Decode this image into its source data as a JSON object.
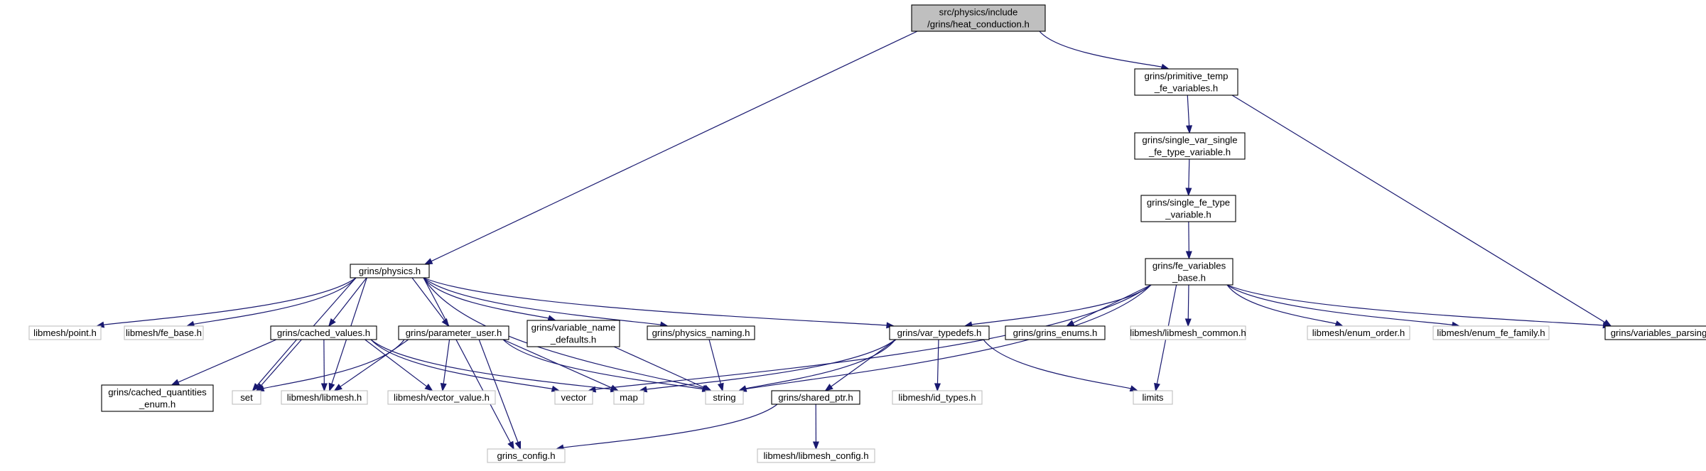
{
  "nodes": [
    {
      "id": "heat_conduction",
      "lines": [
        "src/physics/include",
        "/grins/heat_conduction.h"
      ],
      "kind": "main"
    },
    {
      "id": "primitive_temp",
      "lines": [
        "grins/primitive_temp",
        "_fe_variables.h"
      ],
      "kind": "doc"
    },
    {
      "id": "single_var",
      "lines": [
        "grins/single_var_single",
        "_fe_type_variable.h"
      ],
      "kind": "doc"
    },
    {
      "id": "single_fe",
      "lines": [
        "grins/single_fe_type",
        "_variable.h"
      ],
      "kind": "doc"
    },
    {
      "id": "fe_vars_base",
      "lines": [
        "grins/fe_variables",
        "_base.h"
      ],
      "kind": "doc"
    },
    {
      "id": "physics",
      "lines": [
        "grins/physics.h"
      ],
      "kind": "doc"
    },
    {
      "id": "point",
      "lines": [
        "libmesh/point.h"
      ],
      "kind": "ext"
    },
    {
      "id": "fe_base",
      "lines": [
        "libmesh/fe_base.h"
      ],
      "kind": "ext"
    },
    {
      "id": "cached_values",
      "lines": [
        "grins/cached_values.h"
      ],
      "kind": "doc"
    },
    {
      "id": "parameter_user",
      "lines": [
        "grins/parameter_user.h"
      ],
      "kind": "doc"
    },
    {
      "id": "var_name_defaults",
      "lines": [
        "grins/variable_name",
        "_defaults.h"
      ],
      "kind": "doc"
    },
    {
      "id": "physics_naming",
      "lines": [
        "grins/physics_naming.h"
      ],
      "kind": "doc"
    },
    {
      "id": "var_typedefs",
      "lines": [
        "grins/var_typedefs.h"
      ],
      "kind": "doc"
    },
    {
      "id": "grins_enums",
      "lines": [
        "grins/grins_enums.h"
      ],
      "kind": "doc"
    },
    {
      "id": "libmesh_common",
      "lines": [
        "libmesh/libmesh_common.h"
      ],
      "kind": "ext"
    },
    {
      "id": "enum_order",
      "lines": [
        "libmesh/enum_order.h"
      ],
      "kind": "ext"
    },
    {
      "id": "enum_fe_family",
      "lines": [
        "libmesh/enum_fe_family.h"
      ],
      "kind": "ext"
    },
    {
      "id": "variables_parsing",
      "lines": [
        "grins/variables_parsing.h"
      ],
      "kind": "doc"
    },
    {
      "id": "cached_quantities",
      "lines": [
        "grins/cached_quantities",
        "_enum.h"
      ],
      "kind": "doc"
    },
    {
      "id": "set",
      "lines": [
        "set"
      ],
      "kind": "ext"
    },
    {
      "id": "libmesh",
      "lines": [
        "libmesh/libmesh.h"
      ],
      "kind": "ext"
    },
    {
      "id": "vector_value",
      "lines": [
        "libmesh/vector_value.h"
      ],
      "kind": "ext"
    },
    {
      "id": "vector",
      "lines": [
        "vector"
      ],
      "kind": "ext"
    },
    {
      "id": "map",
      "lines": [
        "map"
      ],
      "kind": "ext"
    },
    {
      "id": "string",
      "lines": [
        "string"
      ],
      "kind": "ext"
    },
    {
      "id": "shared_ptr",
      "lines": [
        "grins/shared_ptr.h"
      ],
      "kind": "doc"
    },
    {
      "id": "id_types",
      "lines": [
        "libmesh/id_types.h"
      ],
      "kind": "ext"
    },
    {
      "id": "limits",
      "lines": [
        "limits"
      ],
      "kind": "ext"
    },
    {
      "id": "grins_config",
      "lines": [
        "grins_config.h"
      ],
      "kind": "ext"
    },
    {
      "id": "libmesh_config",
      "lines": [
        "libmesh/libmesh_config.h"
      ],
      "kind": "ext"
    }
  ],
  "edges": [
    [
      "heat_conduction",
      "primitive_temp"
    ],
    [
      "heat_conduction",
      "physics"
    ],
    [
      "primitive_temp",
      "single_var"
    ],
    [
      "primitive_temp",
      "variables_parsing"
    ],
    [
      "single_var",
      "single_fe"
    ],
    [
      "single_fe",
      "fe_vars_base"
    ],
    [
      "fe_vars_base",
      "var_typedefs"
    ],
    [
      "fe_vars_base",
      "grins_enums"
    ],
    [
      "fe_vars_base",
      "libmesh_common"
    ],
    [
      "fe_vars_base",
      "enum_order"
    ],
    [
      "fe_vars_base",
      "enum_fe_family"
    ],
    [
      "fe_vars_base",
      "variables_parsing"
    ],
    [
      "fe_vars_base",
      "vector"
    ],
    [
      "fe_vars_base",
      "string"
    ],
    [
      "fe_vars_base",
      "limits"
    ],
    [
      "physics",
      "point"
    ],
    [
      "physics",
      "fe_base"
    ],
    [
      "physics",
      "cached_values"
    ],
    [
      "physics",
      "parameter_user"
    ],
    [
      "physics",
      "var_name_defaults"
    ],
    [
      "physics",
      "physics_naming"
    ],
    [
      "physics",
      "var_typedefs"
    ],
    [
      "physics",
      "set"
    ],
    [
      "physics",
      "libmesh"
    ],
    [
      "physics",
      "string"
    ],
    [
      "physics",
      "grins_config"
    ],
    [
      "cached_values",
      "cached_quantities"
    ],
    [
      "cached_values",
      "set"
    ],
    [
      "cached_values",
      "libmesh"
    ],
    [
      "cached_values",
      "vector_value"
    ],
    [
      "cached_values",
      "vector"
    ],
    [
      "cached_values",
      "map"
    ],
    [
      "parameter_user",
      "set"
    ],
    [
      "parameter_user",
      "libmesh"
    ],
    [
      "parameter_user",
      "vector_value"
    ],
    [
      "parameter_user",
      "map"
    ],
    [
      "parameter_user",
      "string"
    ],
    [
      "parameter_user",
      "grins_config"
    ],
    [
      "var_name_defaults",
      "string"
    ],
    [
      "physics_naming",
      "string"
    ],
    [
      "var_typedefs",
      "map"
    ],
    [
      "var_typedefs",
      "string"
    ],
    [
      "var_typedefs",
      "shared_ptr"
    ],
    [
      "var_typedefs",
      "id_types"
    ],
    [
      "var_typedefs",
      "limits"
    ],
    [
      "shared_ptr",
      "grins_config"
    ],
    [
      "shared_ptr",
      "libmesh_config"
    ]
  ]
}
